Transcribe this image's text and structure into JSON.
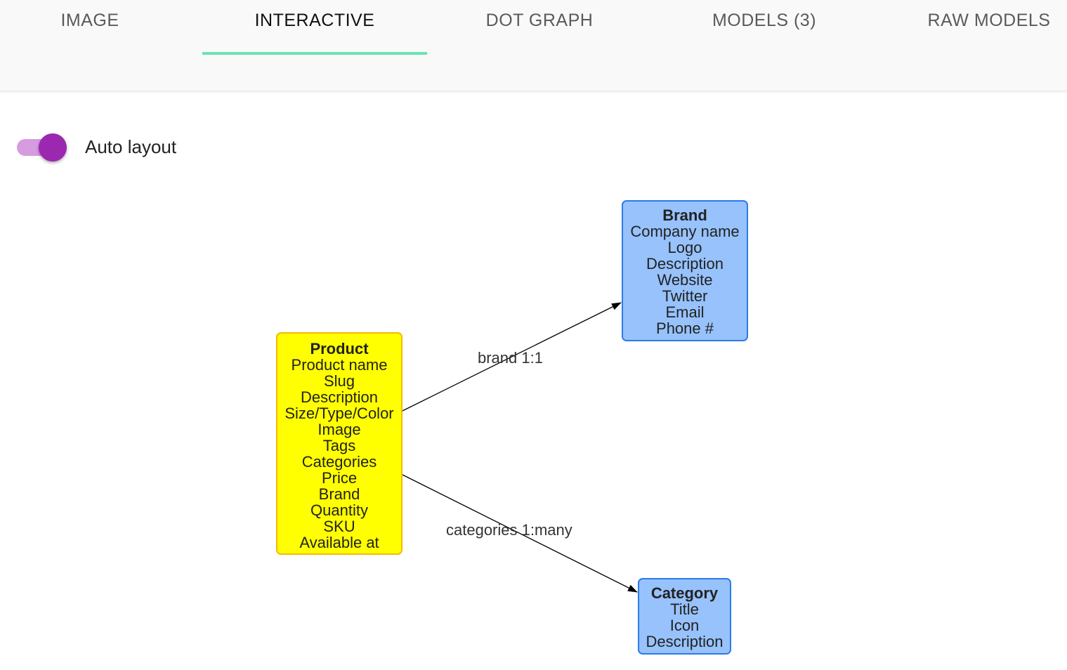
{
  "tabs": [
    {
      "label": "IMAGE",
      "active": false
    },
    {
      "label": "INTERACTIVE",
      "active": true
    },
    {
      "label": "DOT GRAPH",
      "active": false
    },
    {
      "label": "MODELS (3)",
      "active": false
    },
    {
      "label": "RAW MODELS",
      "active": false
    }
  ],
  "toggle": {
    "label": "Auto layout",
    "checked": true
  },
  "graph": {
    "nodes": {
      "product": {
        "title": "Product",
        "fields": [
          "Product name",
          "Slug",
          "Description",
          "Size/Type/Color",
          "Image",
          "Tags",
          "Categories",
          "Price",
          "Brand",
          "Quantity",
          "SKU",
          "Available at"
        ]
      },
      "brand": {
        "title": "Brand",
        "fields": [
          "Company name",
          "Logo",
          "Description",
          "Website",
          "Twitter",
          "Email",
          "Phone #"
        ]
      },
      "category": {
        "title": "Category",
        "fields": [
          "Title",
          "Icon",
          "Description"
        ]
      }
    },
    "edges": {
      "brand": {
        "label": "brand 1:1",
        "from": "Product",
        "to": "Brand"
      },
      "categories": {
        "label": "categories 1:many",
        "from": "Product",
        "to": "Category"
      }
    }
  },
  "colors": {
    "tab_indicator": "#69e4b2",
    "toggle_thumb": "#9c27b0",
    "toggle_track": "#d79be0",
    "product_fill": "#ffff00",
    "product_border": "#f5b800",
    "model_fill": "#97c2fc",
    "model_border": "#2b7ce9"
  }
}
